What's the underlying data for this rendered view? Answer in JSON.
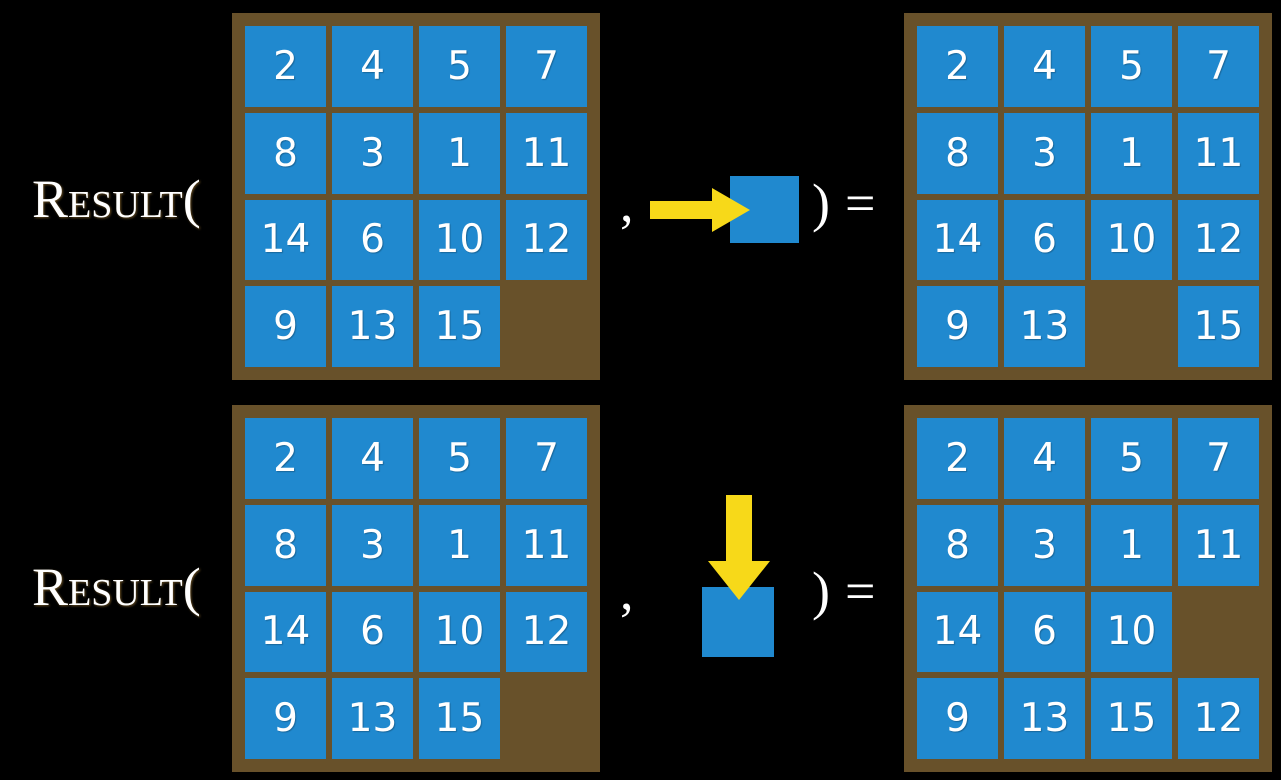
{
  "theme": {
    "background": "#000000",
    "tile_color": "#2089cf",
    "board_color": "#68512a",
    "tile_text_color": "#ffffff",
    "arrow_color": "#f7d919",
    "label_color": "#ffffff"
  },
  "rows": [
    {
      "label": "Result(",
      "comma": ",",
      "close_paren": ")",
      "equals": "=",
      "move": {
        "direction": "right",
        "arrow_icon": "arrow-right-icon",
        "tile_icon": "blank-tile-icon"
      },
      "input_board": {
        "columns": 4,
        "rows": 4,
        "cells": [
          [
            "2",
            "4",
            "5",
            "7"
          ],
          [
            "8",
            "3",
            "1",
            "11"
          ],
          [
            "14",
            "6",
            "10",
            "12"
          ],
          [
            "9",
            "13",
            "15",
            ""
          ]
        ]
      },
      "output_board": {
        "columns": 4,
        "rows": 4,
        "cells": [
          [
            "2",
            "4",
            "5",
            "7"
          ],
          [
            "8",
            "3",
            "1",
            "11"
          ],
          [
            "14",
            "6",
            "10",
            "12"
          ],
          [
            "9",
            "13",
            "",
            "15"
          ]
        ]
      }
    },
    {
      "label": "Result(",
      "comma": ",",
      "close_paren": ")",
      "equals": "=",
      "move": {
        "direction": "down",
        "arrow_icon": "arrow-down-icon",
        "tile_icon": "blank-tile-icon"
      },
      "input_board": {
        "columns": 4,
        "rows": 4,
        "cells": [
          [
            "2",
            "4",
            "5",
            "7"
          ],
          [
            "8",
            "3",
            "1",
            "11"
          ],
          [
            "14",
            "6",
            "10",
            "12"
          ],
          [
            "9",
            "13",
            "15",
            ""
          ]
        ]
      },
      "output_board": {
        "columns": 4,
        "rows": 4,
        "cells": [
          [
            "2",
            "4",
            "5",
            "7"
          ],
          [
            "8",
            "3",
            "1",
            "11"
          ],
          [
            "14",
            "6",
            "10",
            ""
          ],
          [
            "9",
            "13",
            "15",
            "12"
          ]
        ]
      }
    }
  ]
}
